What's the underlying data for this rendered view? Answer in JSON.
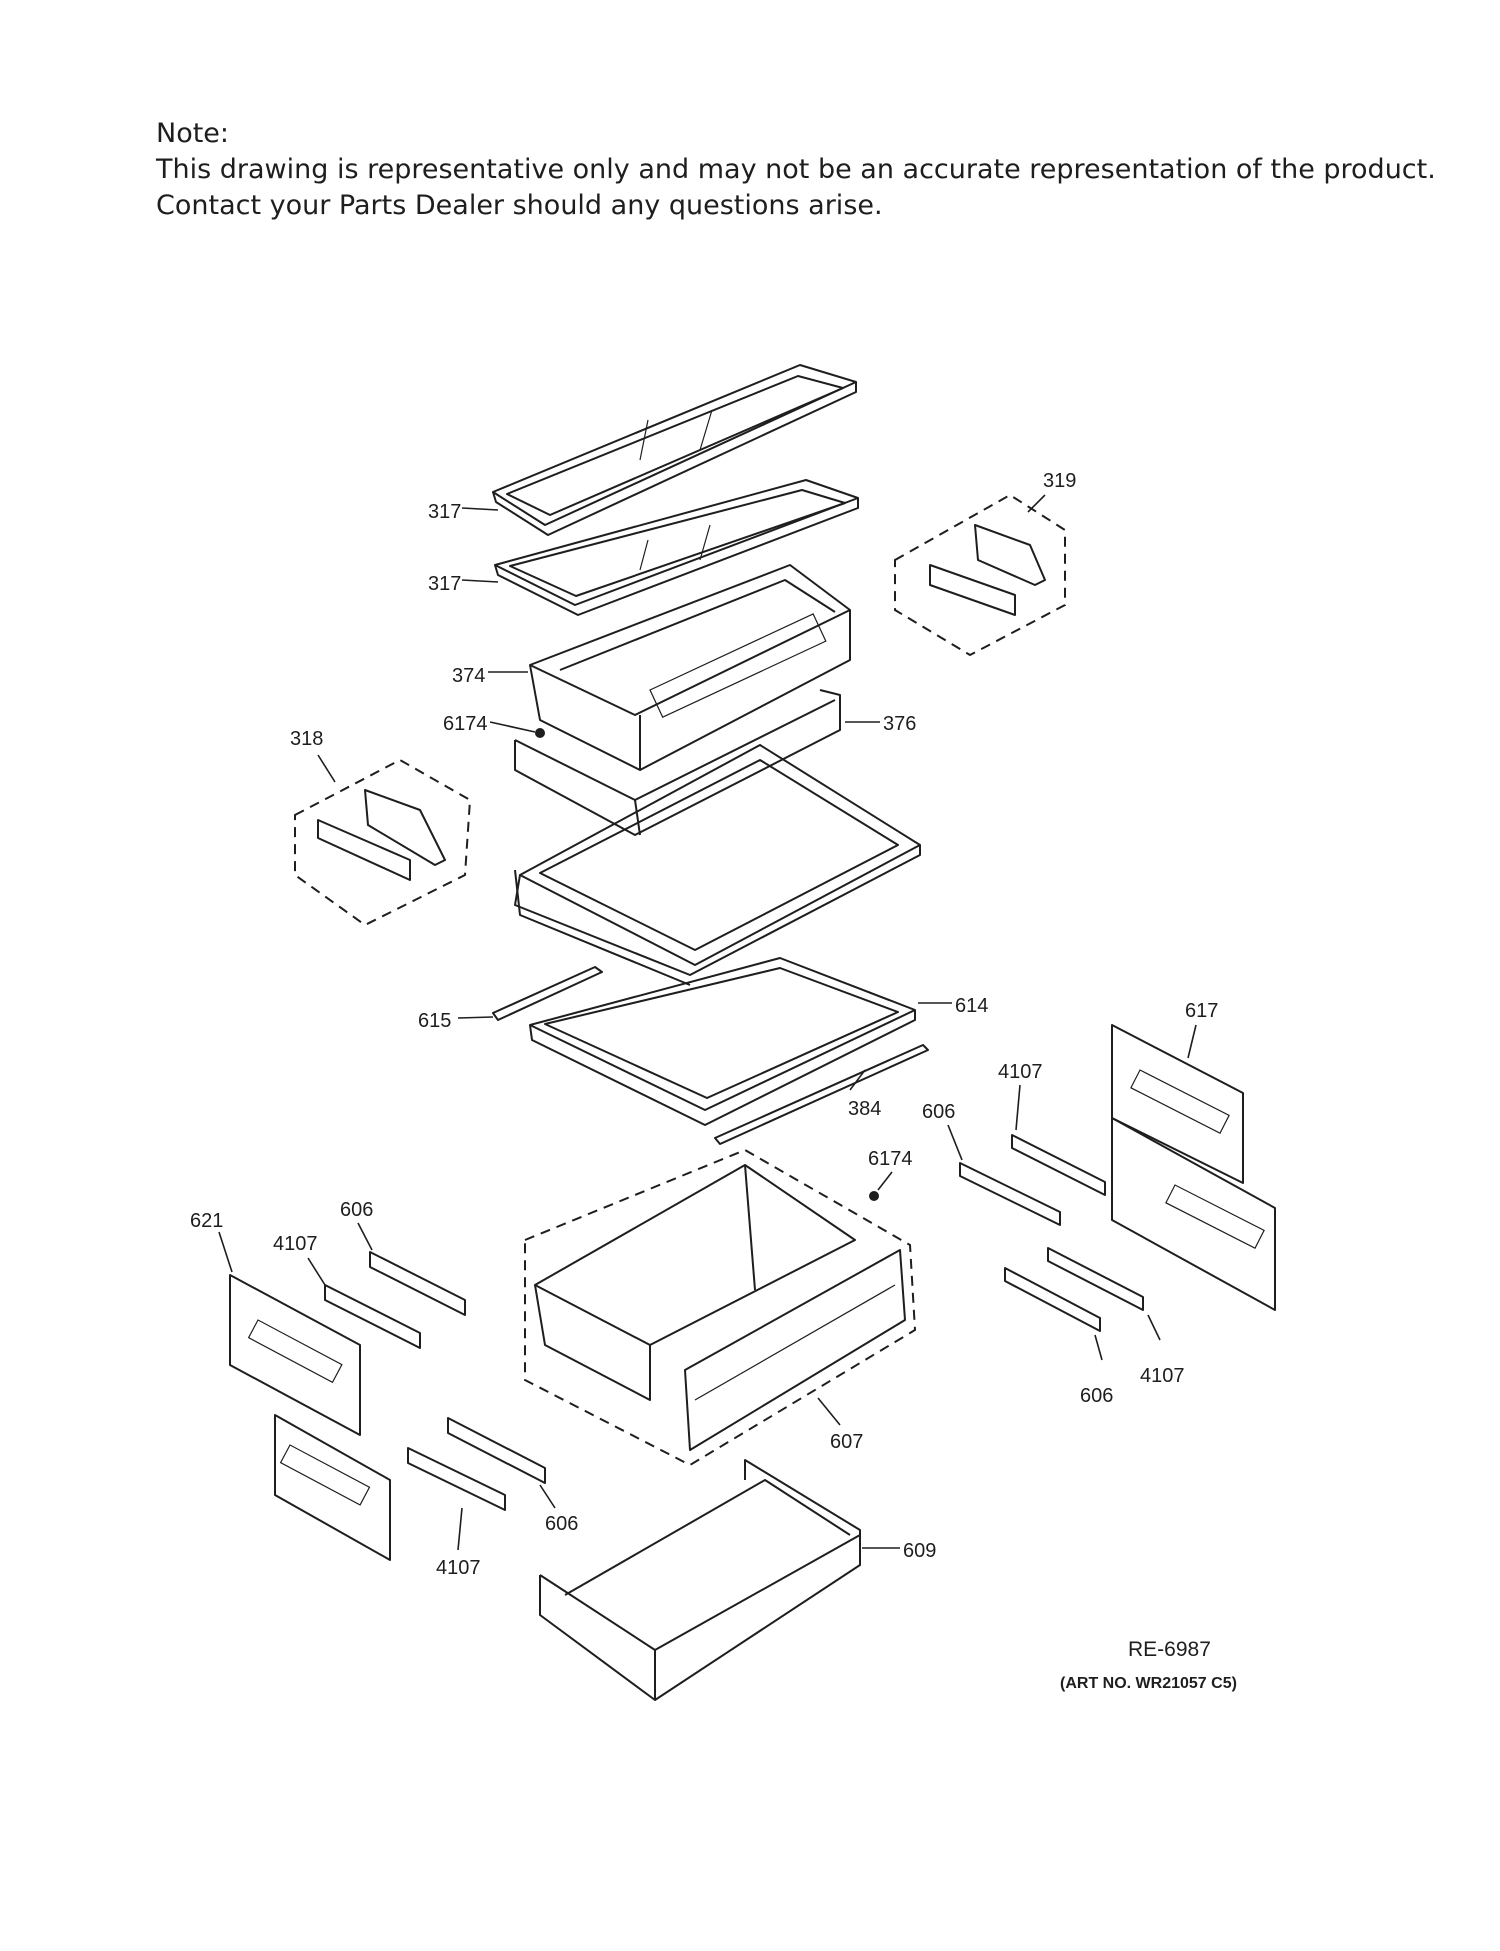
{
  "note": {
    "heading": "Note:",
    "line1": "This drawing is representative only and may not be an accurate representation of the product.",
    "line2": "Contact your Parts Dealer should any questions arise."
  },
  "callouts": {
    "c317a": "317",
    "c317b": "317",
    "c319": "319",
    "c374": "374",
    "c6174a": "6174",
    "c376": "376",
    "c318": "318",
    "c615": "615",
    "c614": "614",
    "c617": "617",
    "c384": "384",
    "c4107a": "4107",
    "c606a": "606",
    "c6174b": "6174",
    "c621": "621",
    "c4107b": "4107",
    "c606b": "606",
    "c4107c": "4107",
    "c606c": "606",
    "c607": "607",
    "c606d": "606",
    "c4107d": "4107",
    "c609": "609"
  },
  "reference": {
    "drawing_code": "RE-6987",
    "art_number": "(ART NO. WR21057 C5)"
  }
}
